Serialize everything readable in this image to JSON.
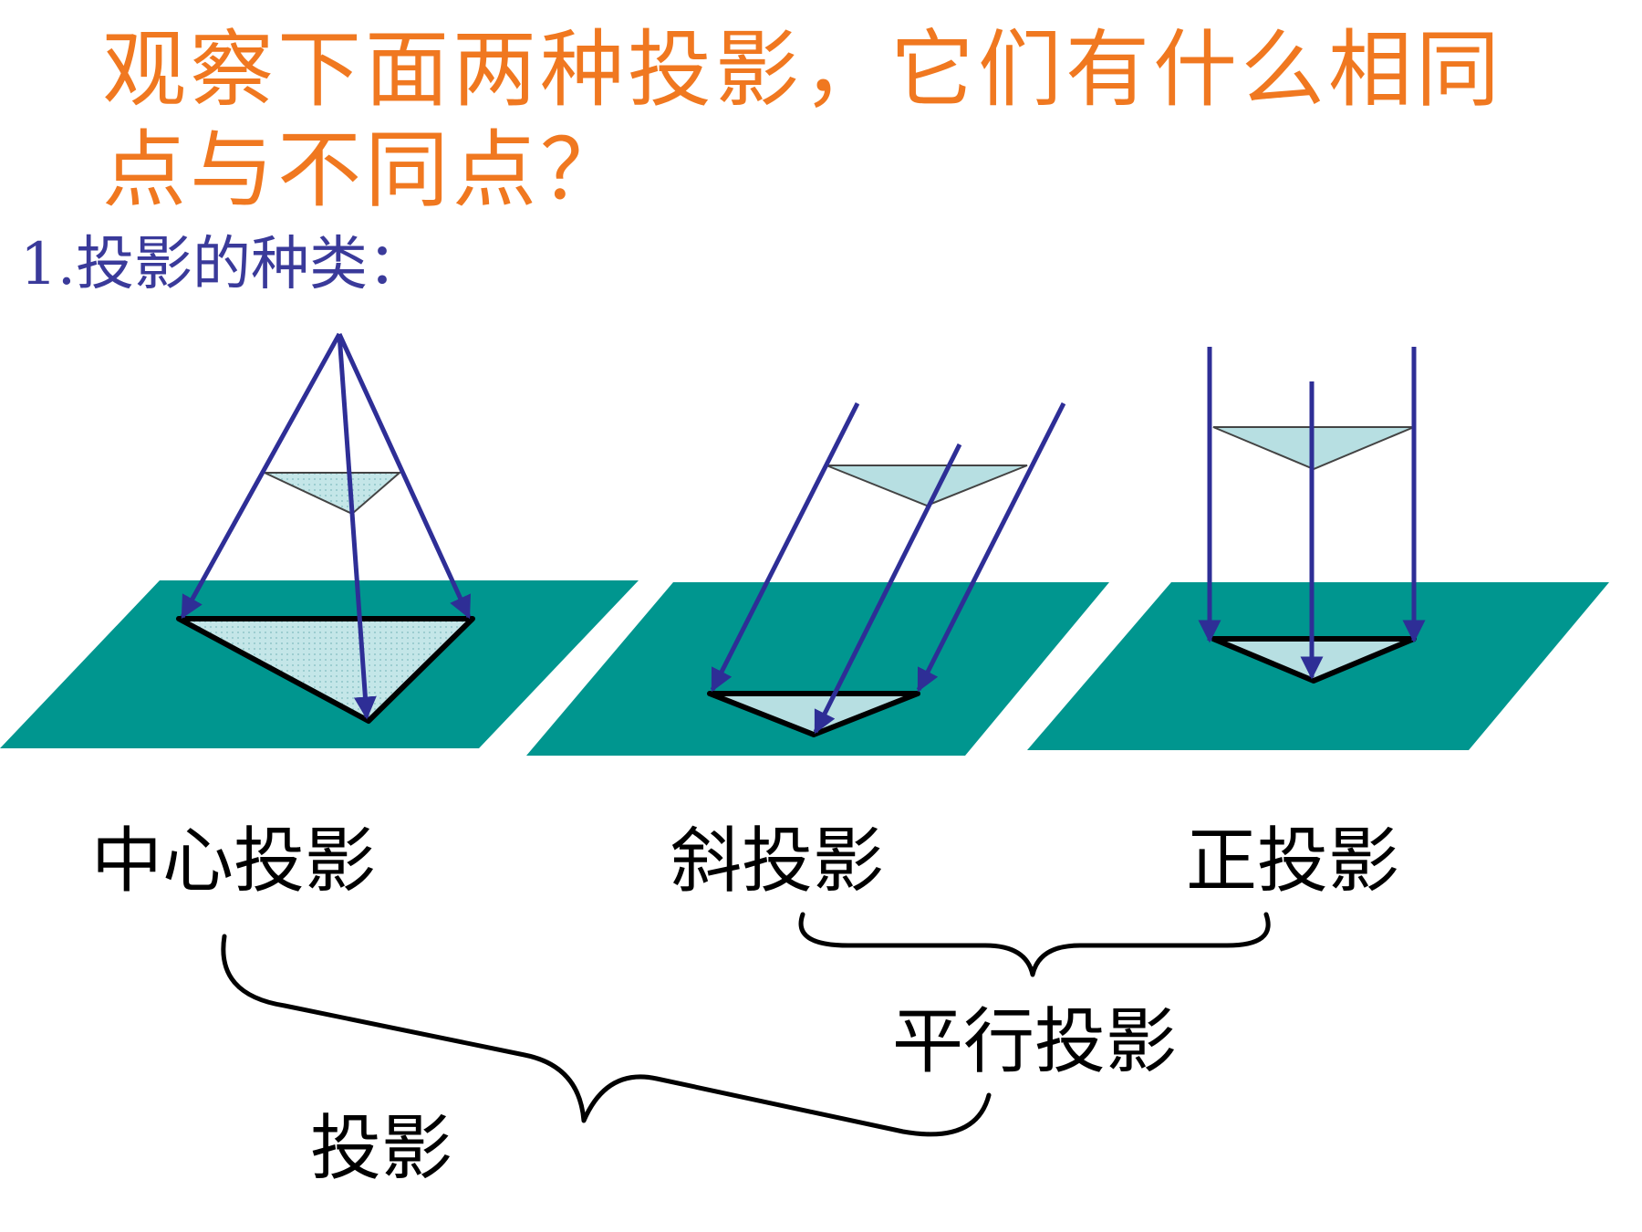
{
  "title": {
    "line1": "观察下面两种投影，它们有什么相同",
    "line2": "点与不同点？"
  },
  "subtitle": "1.投影的种类：",
  "labels": {
    "central": "中心投影",
    "oblique": "斜投影",
    "orthographic": "正投影",
    "parallel": "平行投影",
    "projection": "投影"
  },
  "colors": {
    "title": "#f07820",
    "subtitle": "#3a3a9a",
    "plane": "#00968f",
    "ray": "#2e2e96",
    "triangle_fill": "#b7dfe2",
    "outline": "#000000"
  }
}
